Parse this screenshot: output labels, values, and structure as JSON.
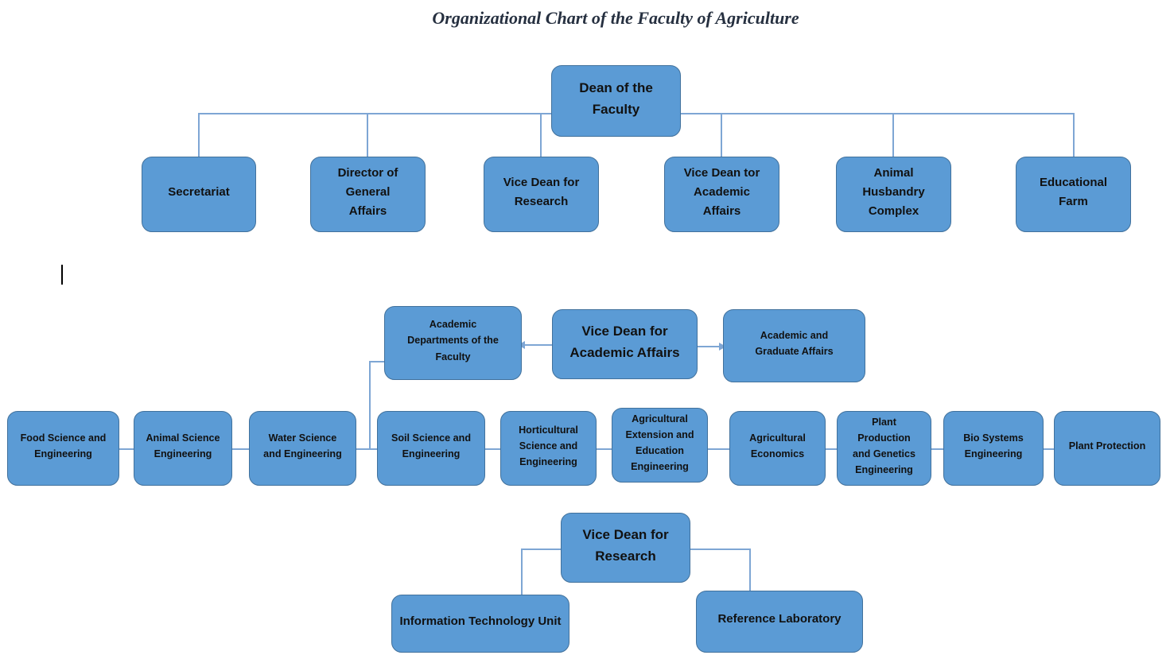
{
  "title": "Organizational Chart of the Faculty of Agriculture",
  "colors": {
    "box_fill": "#5b9bd5",
    "box_border": "#41719c",
    "connector": "#7ea6d4",
    "title_text": "#263040",
    "box_text": "#111111"
  },
  "nodes": {
    "dean": {
      "label": "Dean of the\nFaculty"
    },
    "secretariat": {
      "label": "Secretariat"
    },
    "director_general_affairs": {
      "label": "Director of\nGeneral\nAffairs"
    },
    "vice_dean_research_top": {
      "label": "Vice Dean for\nResearch"
    },
    "vice_dean_academic_top": {
      "label": "Vice Dean tor\nAcademic\nAffairs"
    },
    "animal_husbandry_complex": {
      "label": "Animal\nHusbandry\nComplex"
    },
    "educational_farm": {
      "label": "Educational\nFarm"
    },
    "academic_departments": {
      "label": "Academic\nDepartments of the\nFaculty"
    },
    "vice_dean_academic_mid": {
      "label": "Vice Dean for\nAcademic Affairs"
    },
    "academic_graduate_affairs": {
      "label": "Academic and\nGraduate Affairs"
    },
    "food_science": {
      "label": "Food Science and\nEngineering"
    },
    "animal_science": {
      "label": "Animal Science\nEngineering"
    },
    "water_science": {
      "label": "Water Science\nand Engineering"
    },
    "soil_science": {
      "label": "Soil Science and\nEngineering"
    },
    "horticultural_science": {
      "label": "Horticultural\nScience and\nEngineering"
    },
    "agricultural_extension": {
      "label": "Agricultural\nExtension and\nEducation\nEngineering"
    },
    "agricultural_economics": {
      "label": "Agricultural\nEconomics"
    },
    "plant_production_genetics": {
      "label": "Plant\nProduction\nand Genetics\nEngineering"
    },
    "bio_systems_engineering": {
      "label": "Bio Systems\nEngineering"
    },
    "plant_protection": {
      "label": "Plant Protection"
    },
    "vice_dean_research_bottom": {
      "label": "Vice Dean for\nResearch"
    },
    "information_technology_unit": {
      "label": "Information Technology Unit"
    },
    "reference_laboratory": {
      "label": "Reference Laboratory"
    }
  }
}
